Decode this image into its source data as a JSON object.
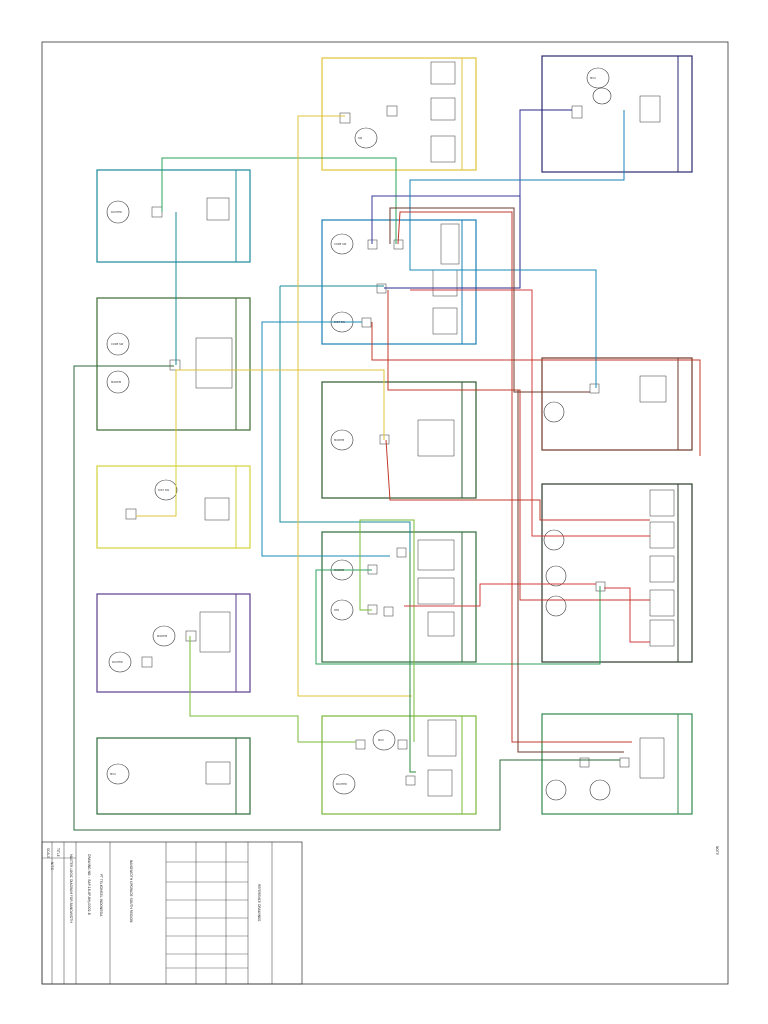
{
  "diagram": {
    "title_block": {
      "title_label": "TITLE",
      "title_value": "MASTER LOGIC DIAGRAM FOR BANDWIDTH",
      "scale_label": "SCALE",
      "scale_value": "N.T.S",
      "drawing_number": "DRAWING NO. : BAP-18-8P-BHJ-0002-B",
      "company": "PT TELKOMSEL INDONESIA",
      "project": "BANDWIDTH UPGRADE SOUTH REGION",
      "references": "REFERENCE DRAWINGS",
      "note": "NOTE"
    },
    "nodes": {
      "n1": [
        "ROUTER",
        "MODEM"
      ],
      "n2": [
        "CORE SW",
        "MODEM"
      ],
      "n3": [
        "SW",
        "RTR"
      ],
      "n4": [
        "DIST SW"
      ],
      "n5": [
        "ROUTER",
        "MODEM"
      ],
      "n6": [
        "MUX",
        "ROUTER"
      ],
      "n7": [
        "MODEM",
        "MUX"
      ],
      "n8": [
        "CORE SW",
        "DIST SW"
      ],
      "n9": [
        "MUX"
      ]
    }
  }
}
